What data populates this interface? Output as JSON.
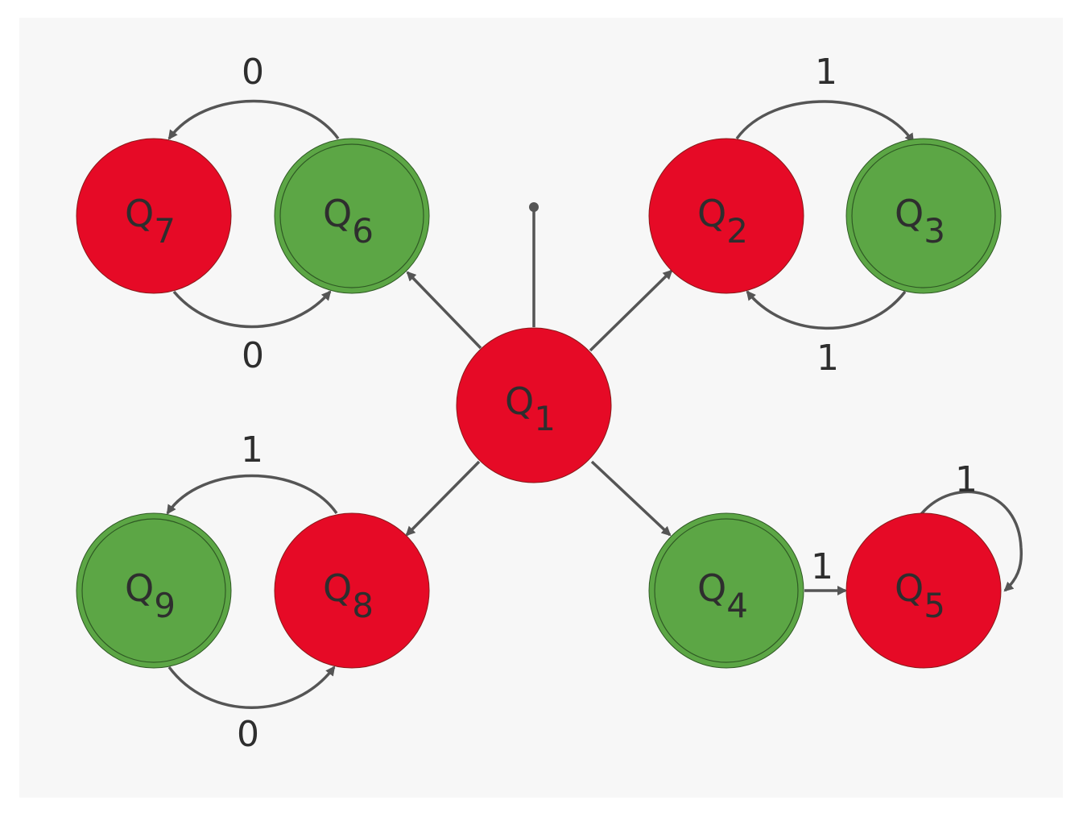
{
  "colors": {
    "background": "#f7f7f7",
    "non_accepting_fill": "#e60a26",
    "accepting_fill": "#5ca645",
    "edge": "#555555",
    "text": "#2e2e2e"
  },
  "states": {
    "q1": {
      "letter": "Q",
      "index": "1",
      "accepting": false,
      "initial": true
    },
    "q2": {
      "letter": "Q",
      "index": "2",
      "accepting": false
    },
    "q3": {
      "letter": "Q",
      "index": "3",
      "accepting": true
    },
    "q4": {
      "letter": "Q",
      "index": "4",
      "accepting": true
    },
    "q5": {
      "letter": "Q",
      "index": "5",
      "accepting": false
    },
    "q6": {
      "letter": "Q",
      "index": "6",
      "accepting": true
    },
    "q7": {
      "letter": "Q",
      "index": "7",
      "accepting": false
    },
    "q8": {
      "letter": "Q",
      "index": "8",
      "accepting": false
    },
    "q9": {
      "letter": "Q",
      "index": "9",
      "accepting": true
    }
  },
  "transitions": {
    "q6_q7": {
      "from": "Q6",
      "to": "Q7",
      "label": "0"
    },
    "q7_q6": {
      "from": "Q7",
      "to": "Q6",
      "label": "0"
    },
    "q2_q3": {
      "from": "Q2",
      "to": "Q3",
      "label": "1"
    },
    "q3_q2": {
      "from": "Q3",
      "to": "Q2",
      "label": "1"
    },
    "q8_q9": {
      "from": "Q8",
      "to": "Q9",
      "label": "1"
    },
    "q9_q8": {
      "from": "Q9",
      "to": "Q8",
      "label": "0"
    },
    "q4_q5": {
      "from": "Q4",
      "to": "Q5",
      "label": "1"
    },
    "q5_q5": {
      "from": "Q5",
      "to": "Q5",
      "label": "1"
    },
    "q1_q2": {
      "from": "Q1",
      "to": "Q2",
      "label": ""
    },
    "q1_q4": {
      "from": "Q1",
      "to": "Q4",
      "label": ""
    },
    "q1_q6": {
      "from": "Q1",
      "to": "Q6",
      "label": ""
    },
    "q1_q8": {
      "from": "Q1",
      "to": "Q8",
      "label": ""
    }
  }
}
